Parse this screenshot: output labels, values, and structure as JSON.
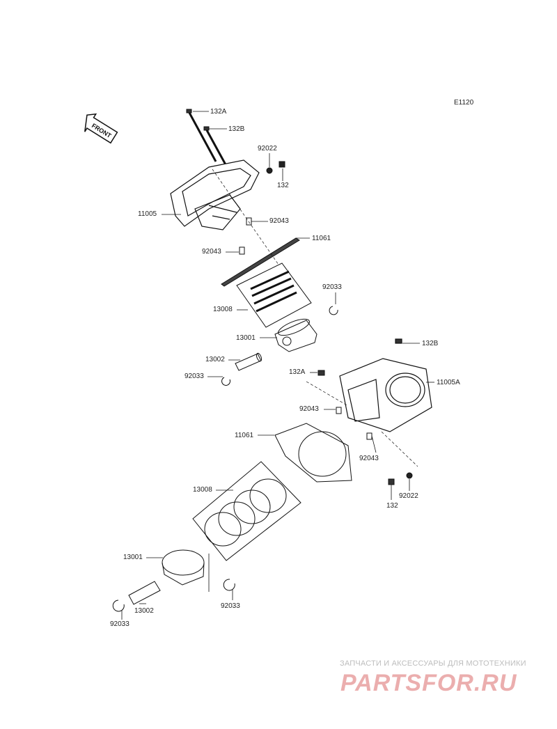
{
  "diagram": {
    "code": "E1120",
    "front_label": "FRONT",
    "parts": {
      "p132a_top": "132A",
      "p132b_top": "132B",
      "p92022_top": "92022",
      "p132_top": "132",
      "p11005": "11005",
      "p92043_a": "92043",
      "p11061_top": "11061",
      "p92043_b": "92043",
      "p92033_a": "92033",
      "p13008_top": "13008",
      "p13001_top": "13001",
      "p13002_top": "13002",
      "p92033_b": "92033",
      "p132b_rear": "132B",
      "p132a_rear": "132A",
      "p11005a": "11005A",
      "p92043_c": "92043",
      "p11061_rear": "11061",
      "p92043_d": "92043",
      "p92022_rear": "92022",
      "p132_rear": "132",
      "p13008_rear": "13008",
      "p13001_rear": "13001",
      "p13002_rear": "13002",
      "p92033_c": "92033",
      "p92033_d": "92033"
    }
  },
  "watermark": {
    "tagline": "ЗАПЧАСТИ И АКСЕССУАРЫ ДЛЯ МОТОТЕХНИКИ",
    "brand": "PARTSFOR.RU"
  }
}
